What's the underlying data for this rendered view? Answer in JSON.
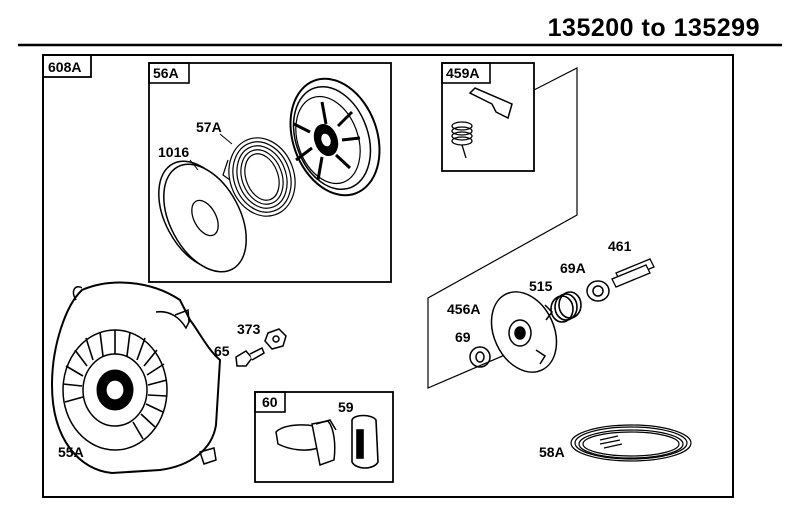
{
  "header": {
    "title": "135200 to 135299"
  },
  "boxes": {
    "outer": "608A",
    "starter_pulley": "56A",
    "dog_kit": "459A",
    "handle_kit": "60"
  },
  "parts": {
    "washer": "1016",
    "spring": "57A",
    "pin": "461",
    "washer_69a": "69A",
    "spring_515": "515",
    "retainer": "456A",
    "washer_69": "69",
    "nut": "373",
    "bolt": "65",
    "housing": "55A",
    "handle": "59",
    "rope": "58A"
  }
}
